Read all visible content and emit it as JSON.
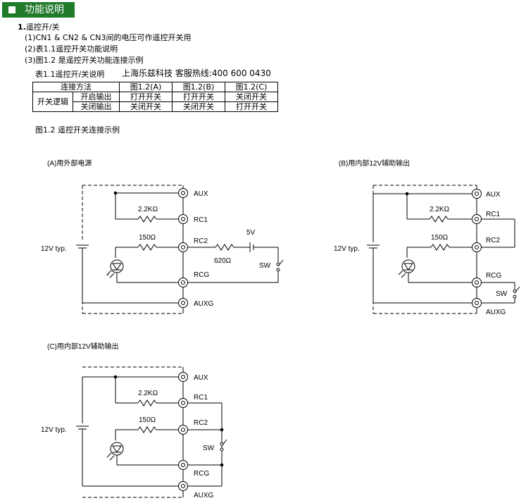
{
  "header": {
    "title": "功能说明"
  },
  "section": {
    "number": "1.",
    "title": "遥控开/关",
    "items": [
      "(1)CN1 & CN2 & CN3间的电压可作遥控开关用",
      "(2)表1.1遥控开关功能说明",
      "(3)图1.2 是遥控开关功能连接示例"
    ]
  },
  "table": {
    "caption": "表1.1遥控开/关说明",
    "hotline": "上海乐兹科技 客服热线:400 600 0430",
    "headers": [
      "连接方法",
      "图1.2(A)",
      "图1.2(B)",
      "图1.2(C)"
    ],
    "group_label": "开关逻辑",
    "rows": [
      {
        "label": "开启输出",
        "cells": [
          "打开开关",
          "打开开关",
          "关闭开关"
        ]
      },
      {
        "label": "关闭输出",
        "cells": [
          "关闭开关",
          "关闭开关",
          "打开开关"
        ]
      }
    ]
  },
  "figure": {
    "caption": "图1.2 遥控开关连接示例"
  },
  "circuits": {
    "a": {
      "title": "(A)用外部电源",
      "aux": "AUX",
      "rc1": "RC1",
      "rc2": "RC2",
      "rcg": "RCG",
      "auxg": "AUXG",
      "r1": "2.2KΩ",
      "r2": "150Ω",
      "r3": "620Ω",
      "v5": "5V",
      "sw": "SW",
      "vin": "12V typ."
    },
    "b": {
      "title": "(B)用内部12V辅助输出",
      "aux": "AUX",
      "rc1": "RC1",
      "rc2": "RC2",
      "rcg": "RCG",
      "auxg": "AUXG",
      "r1": "2.2KΩ",
      "r2": "150Ω",
      "sw": "SW",
      "vin": "12V typ."
    },
    "c": {
      "title": "(C)用内部12V辅助输出",
      "aux": "AUX",
      "rc1": "RC1",
      "rc2": "RC2",
      "rcg": "RCG",
      "auxg": "AUXG",
      "r1": "2.2KΩ",
      "r2": "150Ω",
      "sw": "SW",
      "vin": "12V typ."
    }
  }
}
